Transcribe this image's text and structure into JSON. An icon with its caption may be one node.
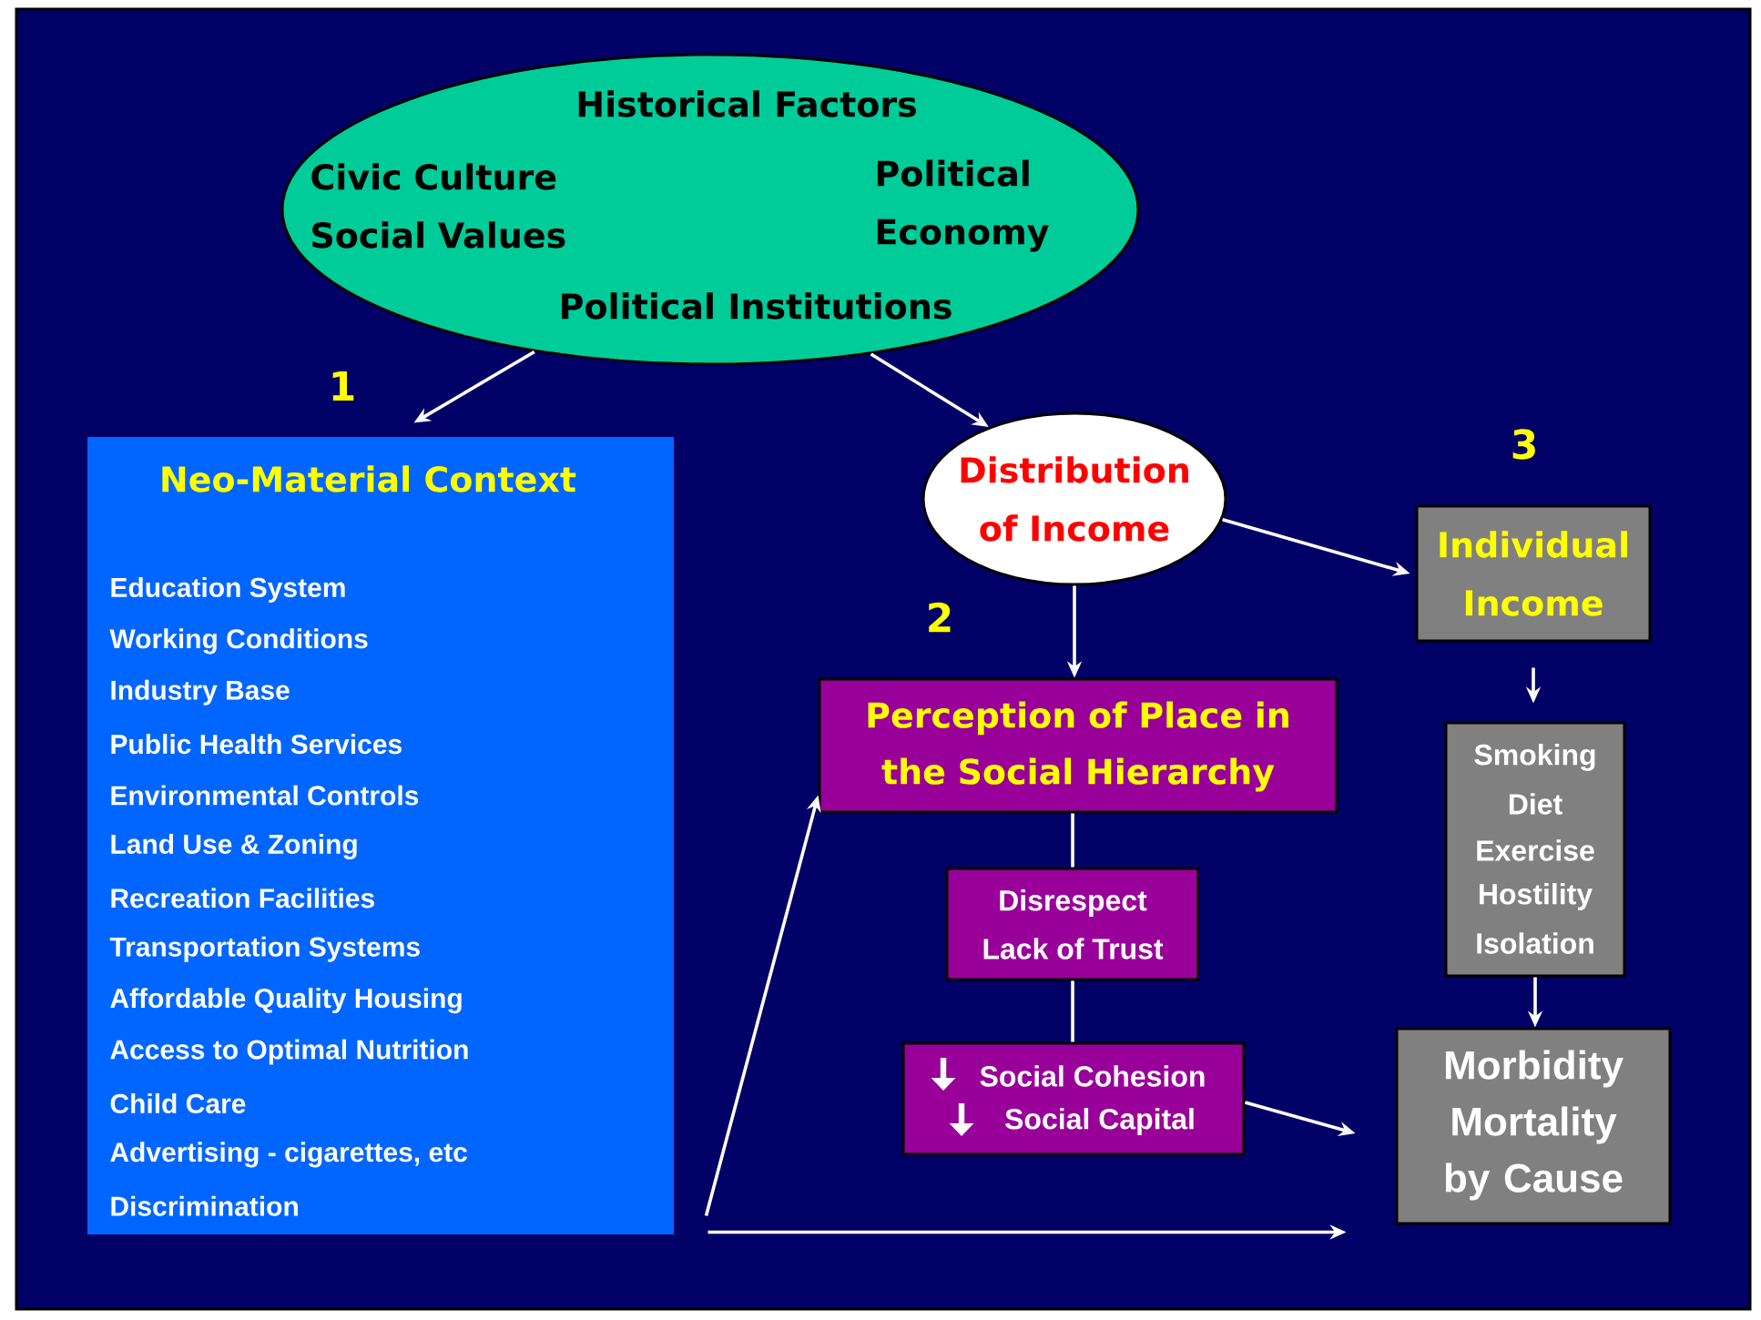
{
  "diagram": {
    "nodes": [
      {
        "text": [
          "Historical Factors",
          "Civic Culture Social Values",
          "Political Economy",
          "Political Institutions"
        ]
      },
      {
        "text": [
          "Neo-Material Context",
          "Education System",
          "Working Conditions",
          "Industry Base",
          "Public Health Services",
          "Environmental Controls",
          "Land Use & Zoning",
          "Recreation Facilities",
          "Transportation Systems",
          "Affordable Quality Housing",
          "Access to Optimal Nutrition",
          "Child Care",
          "Advertising - cigarettes, etc",
          "Discrimination"
        ]
      },
      {
        "text": [
          "Distribution of Income"
        ]
      },
      {
        "text": [
          "Individual Income"
        ]
      },
      {
        "text": [
          "Perception of Place in the Social Hierarchy"
        ]
      },
      {
        "text": [
          "Smoking",
          "Diet",
          "Exercise",
          "Hostility",
          "Isolation"
        ]
      },
      {
        "text": [
          "Disrespect",
          "Lack of Trust"
        ]
      },
      {
        "text": [
          "Social Cohesion",
          "Social Capital"
        ]
      },
      {
        "text": [
          "Morbidity Mortality by Cause"
        ]
      }
    ],
    "edges": [
      {
        "from": 0,
        "to": 1,
        "arrow": "to"
      },
      {
        "from": 0,
        "to": 2,
        "arrow": "to"
      },
      {
        "from": 2,
        "to": 4,
        "arrow": "to"
      },
      {
        "from": 2,
        "to": 3,
        "arrow": "to"
      },
      {
        "from": 3,
        "to": 5,
        "arrow": "to"
      },
      {
        "from": 5,
        "to": 8,
        "arrow": "to"
      },
      {
        "from": 4,
        "to": 6,
        "arrow": "none"
      },
      {
        "from": 6,
        "to": 7,
        "arrow": "none"
      },
      {
        "from": 7,
        "to": 8,
        "arrow": "to"
      },
      {
        "from": 1,
        "to": 4,
        "arrow": "to"
      },
      {
        "from": 1,
        "to": 8,
        "arrow": "to"
      }
    ],
    "labels": [
      "1",
      "2",
      "3"
    ]
  }
}
